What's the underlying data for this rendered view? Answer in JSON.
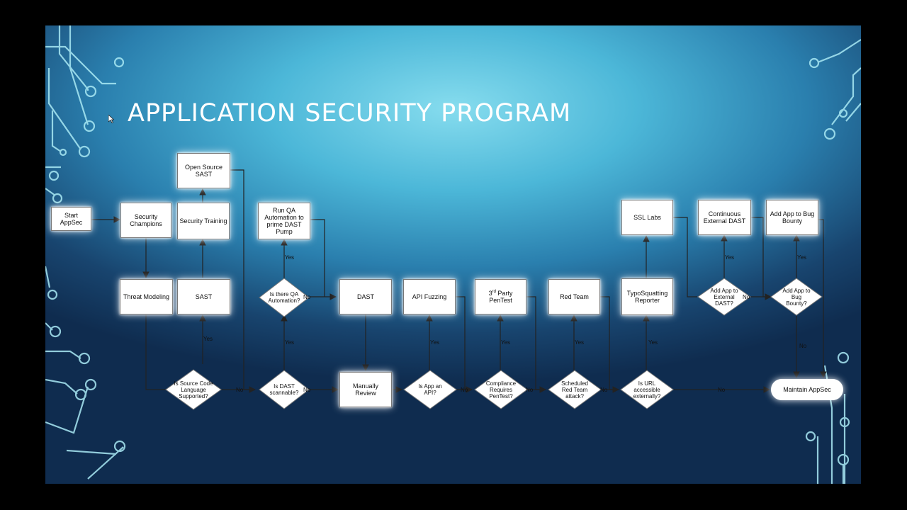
{
  "title": "APPLICATION SECURITY PROGRAM",
  "colors": {
    "background_light": "#86dcee",
    "background_dark": "#0f2c4f",
    "accent_lines": "#a9e9f4"
  },
  "nodes": {
    "start_appsec": "Start AppSec",
    "security_champions": "Security\nChampions",
    "security_training": "Security Training",
    "open_source_sast": "Open Source\nSAST",
    "threat_modeling": "Threat Modeling",
    "sast": "SAST",
    "source_code_supported": "Is Source Code\nLanguage\nSupported?",
    "dast_scannable": "Is DAST\nscannable?",
    "qa_automation": "Is there QA\nAutomation?",
    "run_qa_automation": "Run QA\nAutomation to\nprime DAST\nPump",
    "dast": "DAST",
    "manually_review": "Manually Review",
    "api_fuzzing": "API Fuzzing",
    "is_app_api": "Is App an\nAPI?",
    "pentest_prefix": "3",
    "pentest_sup": "rd",
    "pentest_party": " Party",
    "pentest_line2": "PenTest",
    "compliance_pentest": "Compliance\nRequires\nPenTest?",
    "red_team": "Red Team",
    "scheduled_red_team": "Scheduled\nRed Team\nattack?",
    "ssl_labs": "SSL Labs",
    "typosquatting": "TypoSquatting\nReporter",
    "url_accessible": "Is URL\naccessible\nexternally?",
    "continuous_dast": "Continuous\nExternal DAST",
    "add_external_dast": "Add App to\nExternal\nDAST?",
    "add_bug_bounty": "Add App to Bug\nBounty",
    "add_bug_bounty_q": "Add App to\nBug\nBounty?",
    "maintain_appsec": "Maintain AppSec"
  },
  "edge_labels": {
    "yes": "Yes",
    "no": "No"
  }
}
